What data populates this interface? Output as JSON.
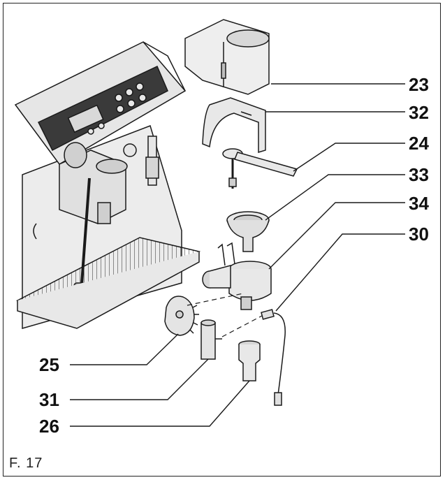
{
  "figure": {
    "caption": "F. 17",
    "callouts": [
      {
        "id": "23",
        "label": "23"
      },
      {
        "id": "32",
        "label": "32"
      },
      {
        "id": "24",
        "label": "24"
      },
      {
        "id": "33",
        "label": "33"
      },
      {
        "id": "34",
        "label": "34"
      },
      {
        "id": "30",
        "label": "30"
      },
      {
        "id": "25",
        "label": "25"
      },
      {
        "id": "31",
        "label": "31"
      },
      {
        "id": "26",
        "label": "26"
      }
    ]
  },
  "colors": {
    "line": "#1a1a1a",
    "part_fill": "#f4f4f4",
    "shadow": "#bdbdbd",
    "panel": "#3a3a3a"
  }
}
